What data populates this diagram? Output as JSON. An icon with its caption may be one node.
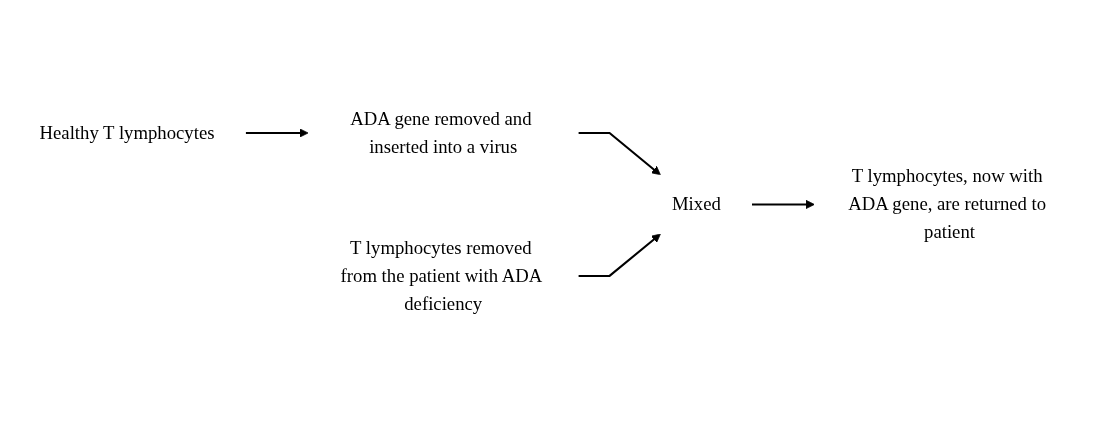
{
  "diagram": {
    "nodes": [
      {
        "text": [
          "Healthy T lymphocytes"
        ]
      },
      {
        "text": [
          "ADA gene removed and inserted into a virus"
        ]
      },
      {
        "text": [
          "Mixed"
        ]
      },
      {
        "text": [
          "T lymphocytes, now with ADA gene, are returned to patient"
        ]
      },
      {
        "text": [
          "T lymphocytes removed from the patient with ADA deficiency"
        ]
      }
    ],
    "edges": [
      {
        "from": 0,
        "to": 1,
        "arrow": "to"
      },
      {
        "from": 1,
        "to": 2,
        "arrow": "to"
      },
      {
        "from": 4,
        "to": 2,
        "arrow": "to"
      },
      {
        "from": 2,
        "to": 3,
        "arrow": "to"
      }
    ]
  }
}
